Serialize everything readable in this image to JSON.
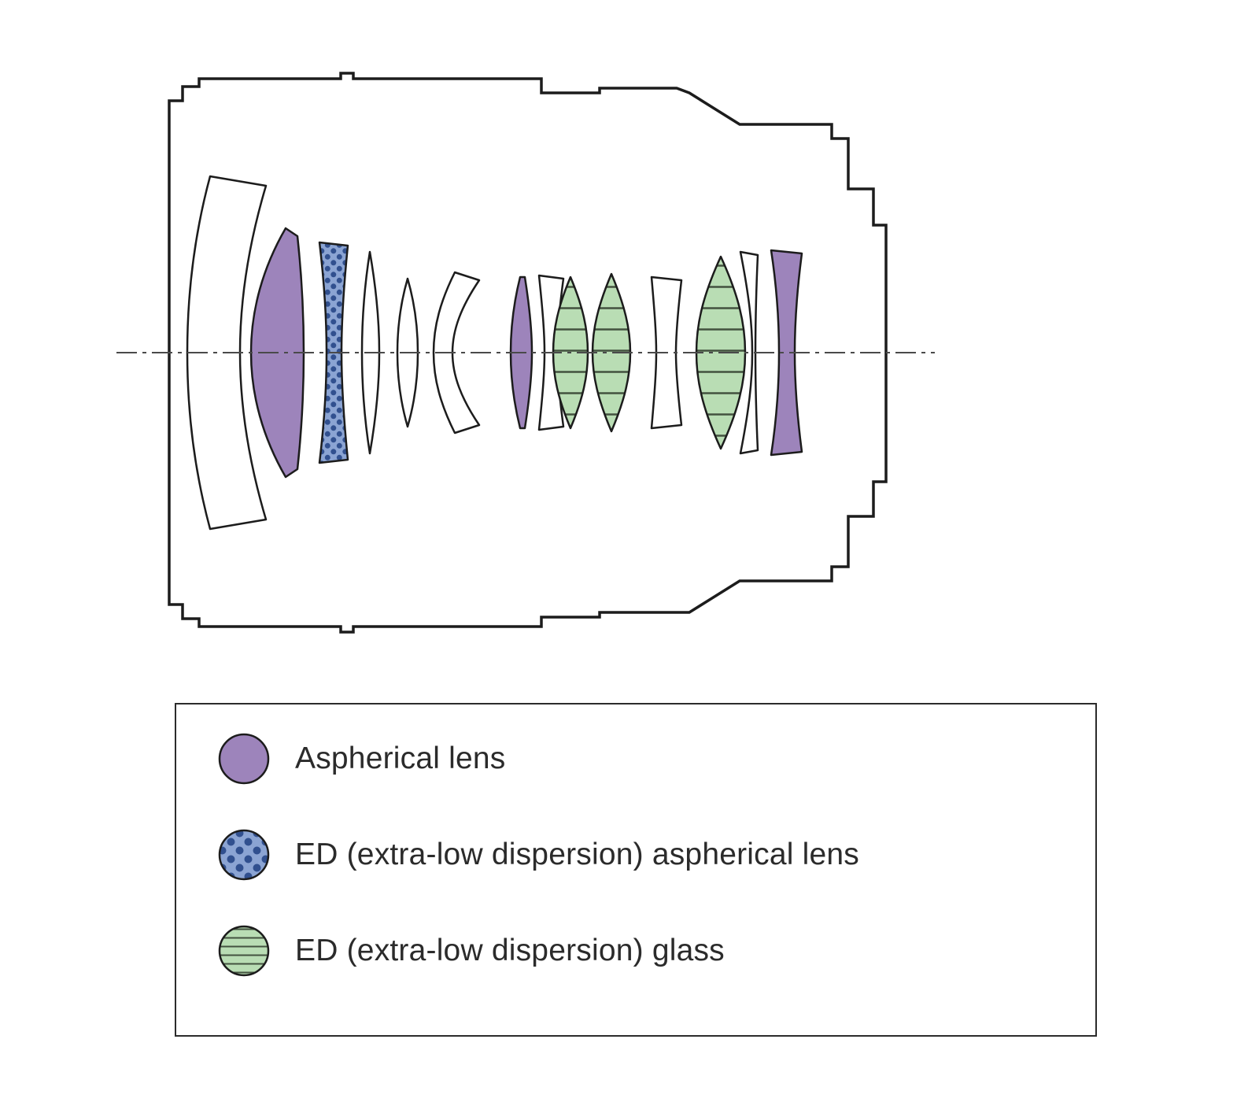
{
  "diagram": {
    "description": "Camera lens optical construction cross-section with highlighted special elements",
    "element_groups": {
      "aspherical_elements": 3,
      "ed_aspherical_elements": 1,
      "ed_glass_elements": 3,
      "plain_glass_elements": 7
    }
  },
  "colors": {
    "outline": "#1c1c1c",
    "axis": "#4a4a4a",
    "white_glass": "#ffffff",
    "aspherical": "#9d84bb",
    "ed_aspherical_bg": "#8ba4d3",
    "ed_aspherical_dot": "#31508f",
    "ed_glass_bg": "#b9ddb4",
    "ed_glass_line": "#43523f",
    "text": "#2b2b2b",
    "legend_border": "#2b2b2b"
  },
  "legend": {
    "items": [
      {
        "id": "aspherical",
        "label": "Aspherical lens"
      },
      {
        "id": "ed-aspherical",
        "label": "ED (extra-low dispersion) aspherical lens"
      },
      {
        "id": "ed-glass",
        "label": "ED (extra-low dispersion) glass"
      }
    ]
  }
}
